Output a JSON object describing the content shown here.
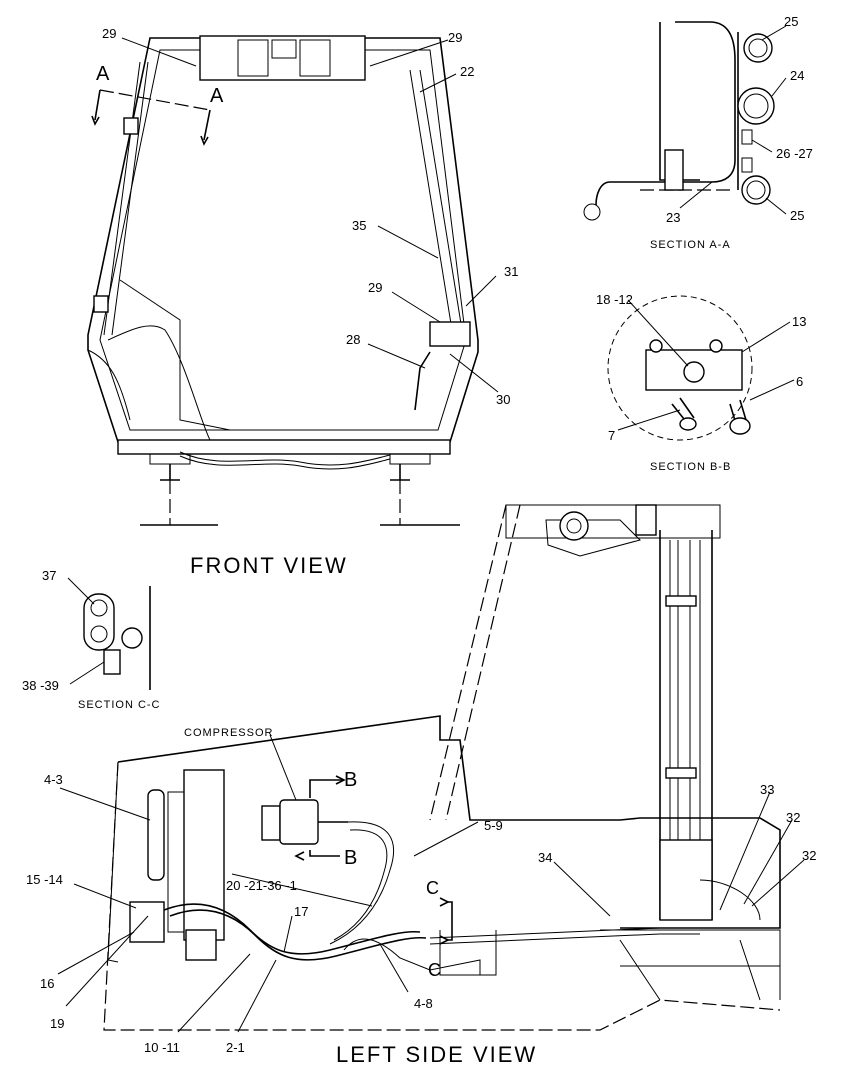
{
  "views": {
    "front": "FRONT  VIEW",
    "left_side": "LEFT  SIDE  VIEW"
  },
  "sections": {
    "aa": "SECTION  A-A",
    "bb": "SECTION  B-B",
    "cc": "SECTION  C-C"
  },
  "markers": {
    "a": "A",
    "b": "B",
    "c": "C"
  },
  "compressor": "COMPRESSOR",
  "callouts": {
    "c29_left": "29",
    "c29_right": "29",
    "c22": "22",
    "c35": "35",
    "c29_mid": "29",
    "c31": "31",
    "c28": "28",
    "c30": "30",
    "c25_top": "25",
    "c24": "24",
    "c26_27": "26 -27",
    "c25_bottom": "25",
    "c23": "23",
    "c18_12": "18 -12",
    "c13": "13",
    "c6": "6",
    "c7": "7",
    "c37": "37",
    "c38_39": "38 -39",
    "c4_3": "4-3",
    "c15_14": "15 -14",
    "c16": "16",
    "c19": "19",
    "c10_11": "10 -11",
    "c2_1": "2-1",
    "c17": "17",
    "c20_21_36_1": "20 -21-36 -1",
    "c5_9": "5-9",
    "c4_8": "4-8",
    "c34": "34",
    "c33": "33",
    "c32_top": "32",
    "c32_bottom": "32"
  }
}
